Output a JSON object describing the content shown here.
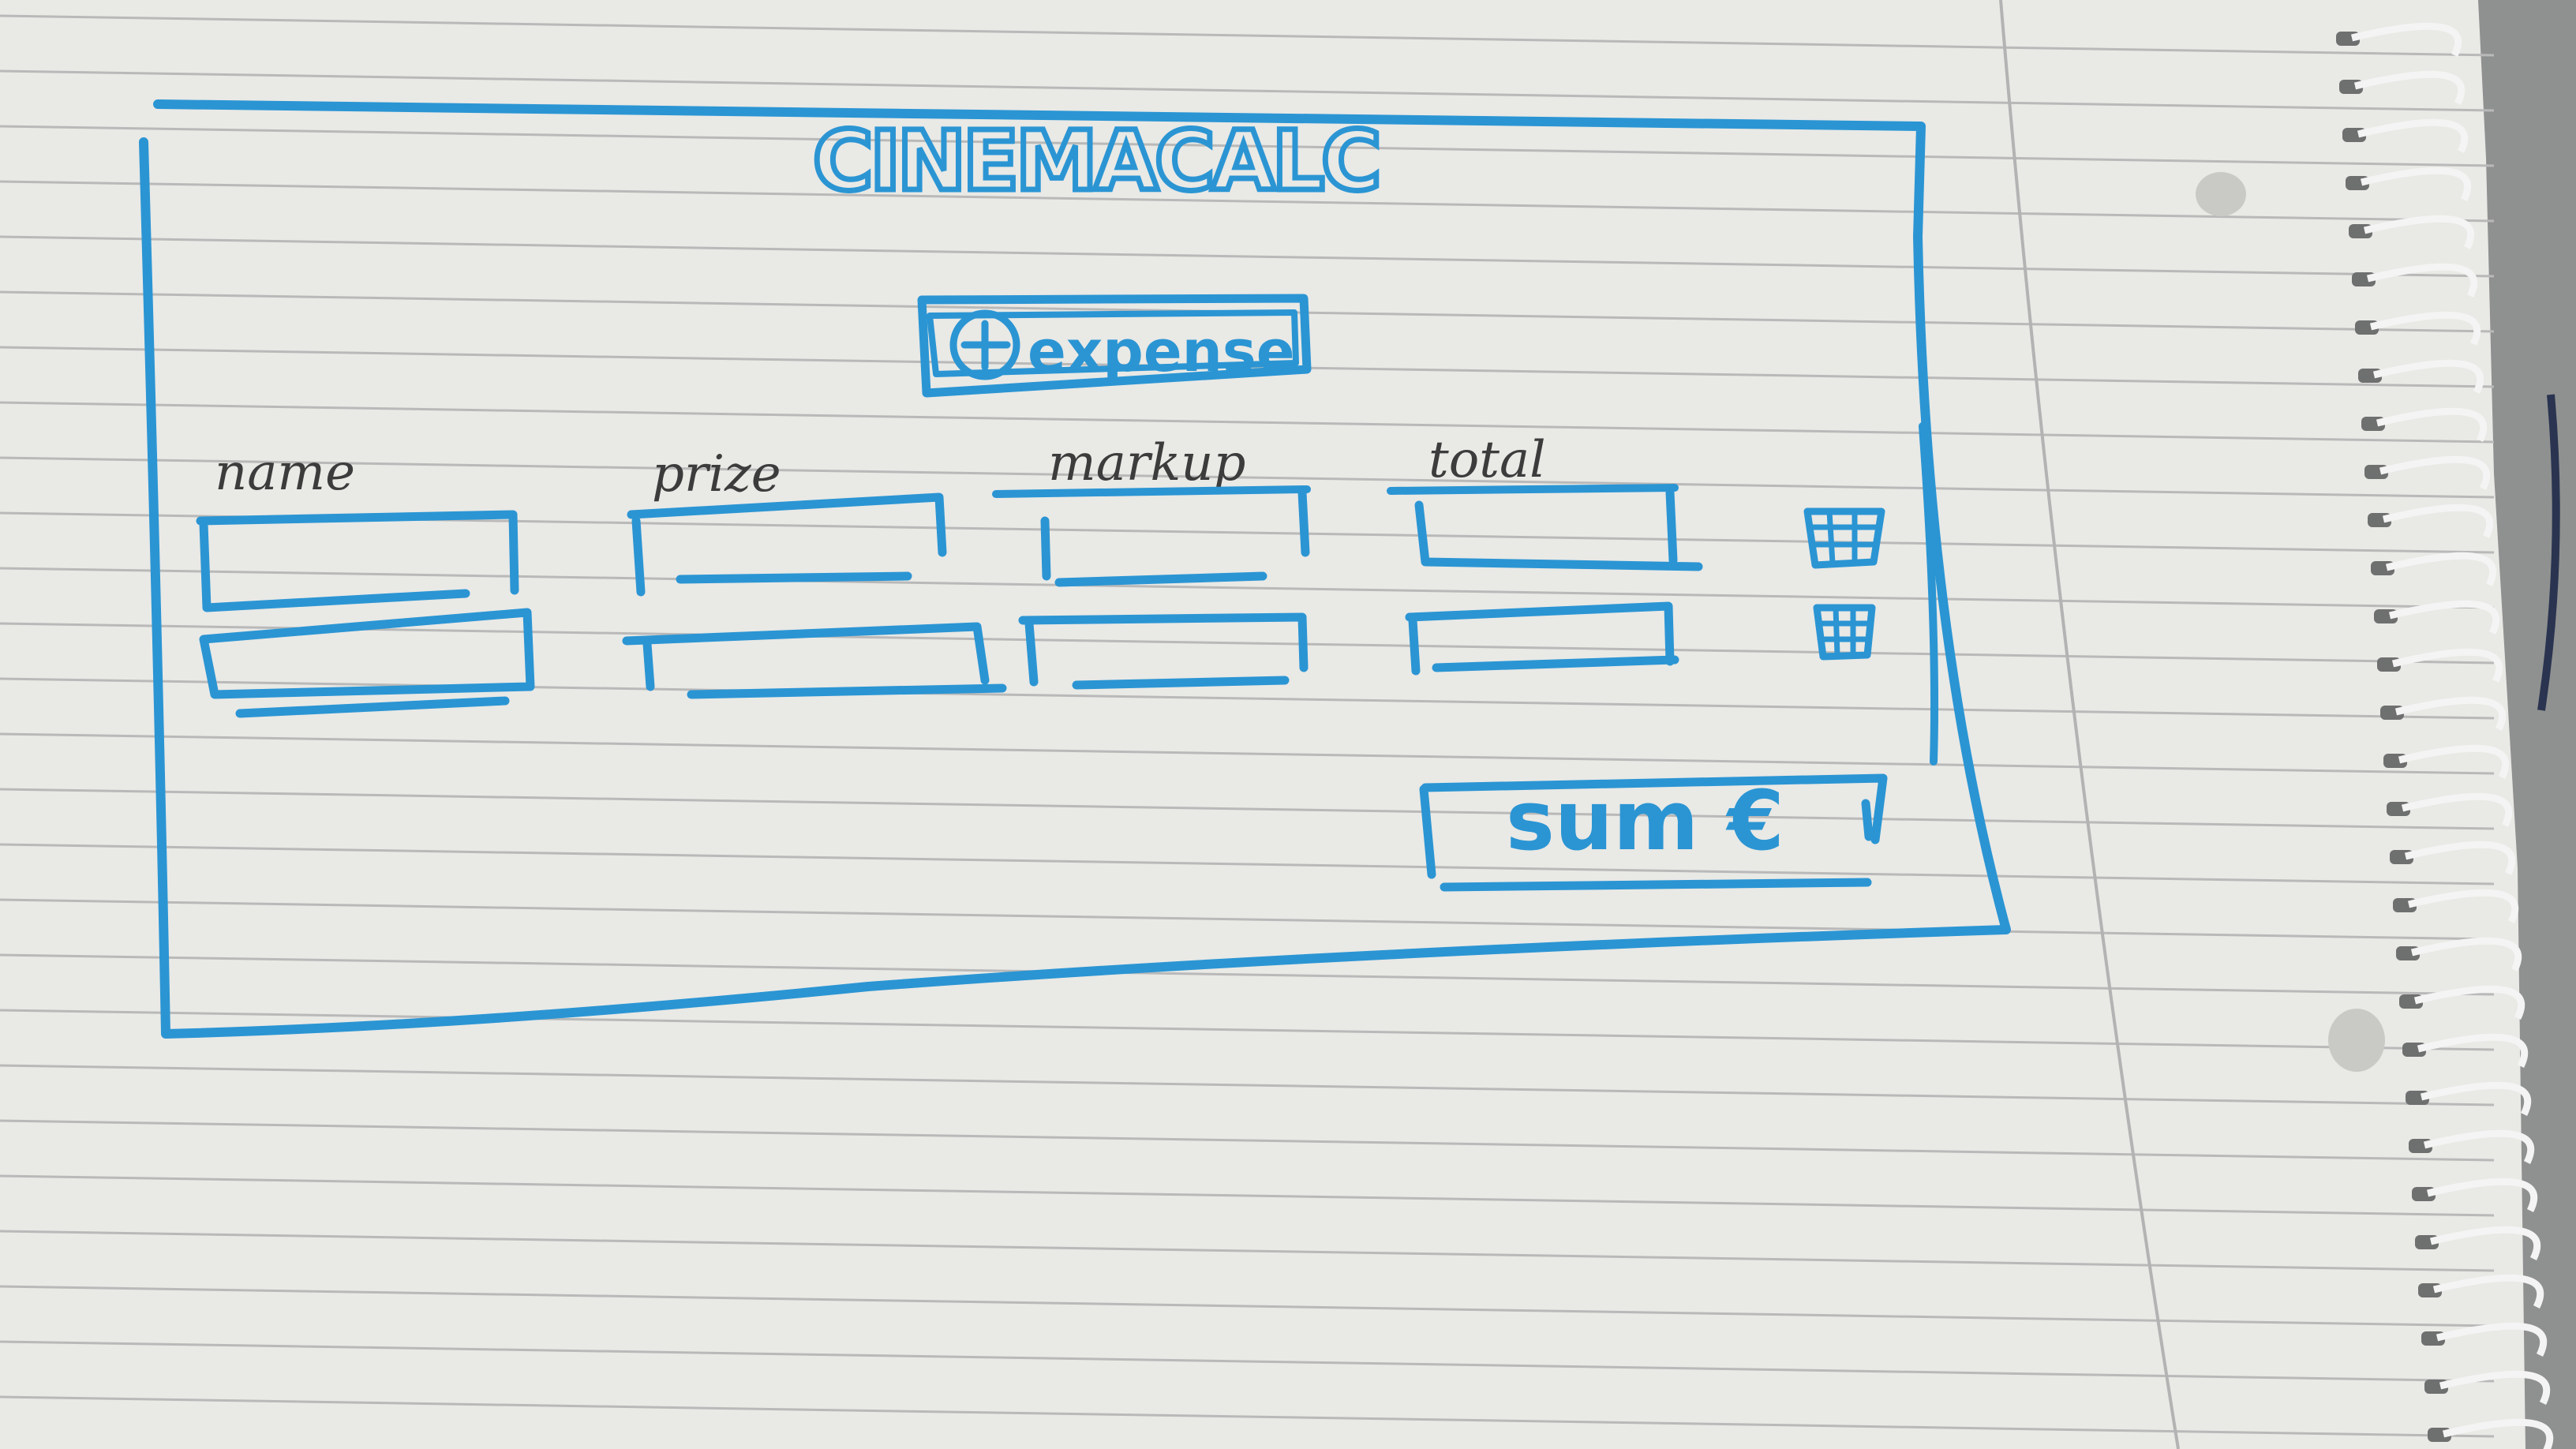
{
  "app": {
    "title": "CINEMACALC"
  },
  "toolbar": {
    "add_icon": "plus-circle-icon",
    "add_label": "expense"
  },
  "columns": [
    {
      "label": "name"
    },
    {
      "label": "prize"
    },
    {
      "label": "markup"
    },
    {
      "label": "total"
    }
  ],
  "rows": [
    {
      "delete_icon": "trash-icon"
    },
    {
      "delete_icon": "trash-icon"
    }
  ],
  "footer": {
    "sum_label": "sum €"
  },
  "colors": {
    "marker_blue": "#2b95d3",
    "pencil": "#3c3c3c",
    "paper": "#e9e9e6",
    "ruled_line": "#b9b9b9",
    "spiral": "#f4f4f4"
  }
}
